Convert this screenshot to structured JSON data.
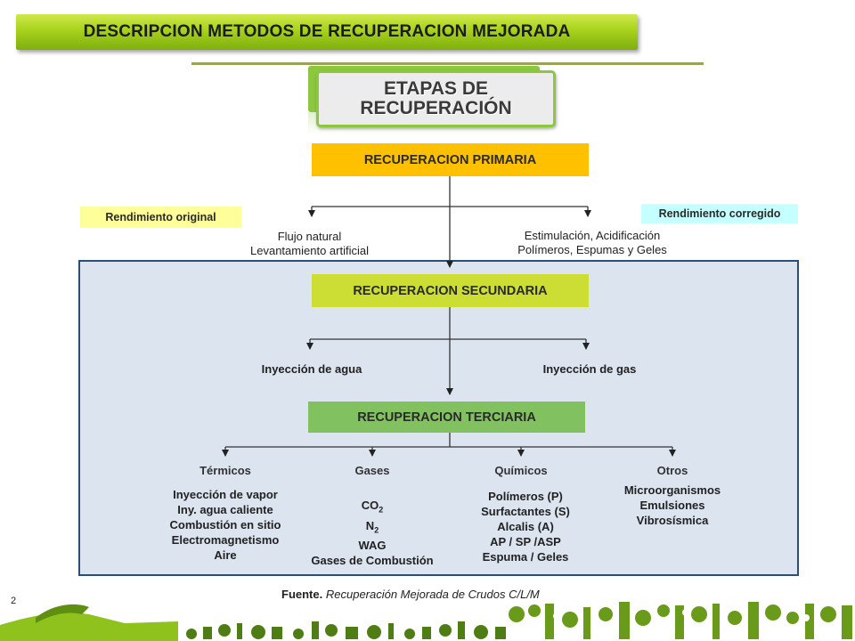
{
  "header": {
    "title": "DESCRIPCION METODOS DE RECUPERACION MEJORADA"
  },
  "stage": {
    "title_line1": "ETAPAS DE",
    "title_line2": "RECUPERACIÓN"
  },
  "primary": {
    "label": "RECUPERACION PRIMARIA",
    "left": {
      "line1": "Flujo natural",
      "line2": "Levantamiento artificial"
    },
    "right": {
      "line1": "Estimulación, Acidificación",
      "line2": "Polímeros, Espumas y Geles"
    }
  },
  "tags": {
    "original": "Rendimiento original",
    "corrected": "Rendimiento corregido"
  },
  "secondary": {
    "label": "RECUPERACION SECUNDARIA",
    "left": "Inyección de agua",
    "right": "Inyección de gas"
  },
  "tertiary": {
    "label": "RECUPERACION TERCIARIA",
    "categories": [
      {
        "name": "Térmicos",
        "items": [
          "Inyección de vapor",
          "Iny. agua caliente",
          "Combustión en sitio",
          "Electromagnetismo",
          "Aire"
        ]
      },
      {
        "name": "Gases",
        "items": [
          "CO",
          "N",
          "WAG",
          "Gases de Combustión"
        ],
        "subscripts": [
          "2",
          "2"
        ]
      },
      {
        "name": "Químicos",
        "items": [
          "Polímeros (P)",
          "Surfactantes (S)",
          "Alcalis (A)",
          "AP / SP /ASP",
          "Espuma / Geles"
        ]
      },
      {
        "name": "Otros",
        "items": [
          "Microorganismos",
          "Emulsiones",
          "Vibrosísmica"
        ]
      }
    ]
  },
  "footer": {
    "source_label": "Fuente.",
    "source_text": "Recuperación Mejorada de Crudos  C/L/M",
    "page_number": "2"
  },
  "colors": {
    "primary": "#ffc000",
    "secondary": "#ccdd33",
    "tertiary": "#82c160",
    "region": "#dce4f0",
    "banner": "#a8d21c"
  }
}
